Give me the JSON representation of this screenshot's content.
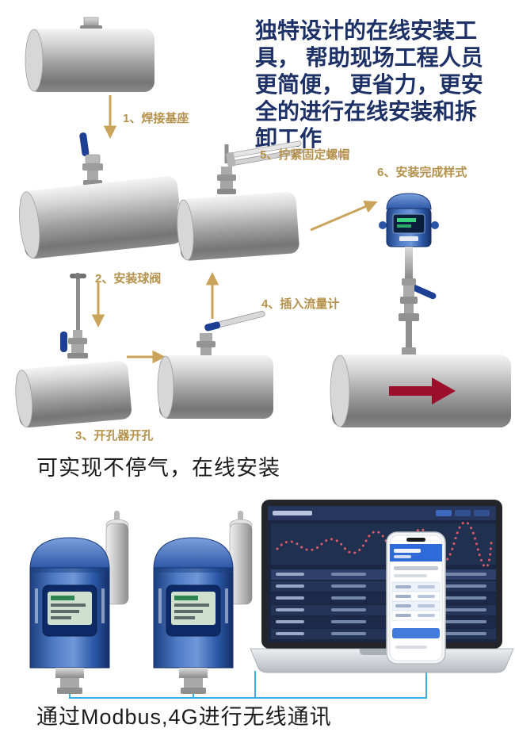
{
  "intro": {
    "text": "独特设计的在线安装工具， 帮助现场工程人员更简便， 更省力，更安全的进行在线安装和拆卸工作"
  },
  "steps": [
    {
      "label": "1、焊接基座"
    },
    {
      "label": "2、安装球阀"
    },
    {
      "label": "3、开孔器开孔"
    },
    {
      "label": "4、插入流量计"
    },
    {
      "label": "5、拧紧固定螺帽"
    },
    {
      "label": "6、安装完成样式"
    }
  ],
  "captions": {
    "online_install": "可实现不停气，在线安装",
    "wireless": "通过Modbus,4G进行无线通讯"
  },
  "icons": {
    "step_arrow": "golden-line-arrow",
    "flow_arrow": "red-block-arrow-right"
  },
  "colors": {
    "intro_text": "#1e3166",
    "step_label": "#b5924c",
    "arrow": "#c9a45a",
    "caption_text": "#1b1b1e",
    "flow_arrow_red": "#9c0f2b",
    "device_blue": "#2f5fb3",
    "connection_blue": "#35b0e6"
  }
}
